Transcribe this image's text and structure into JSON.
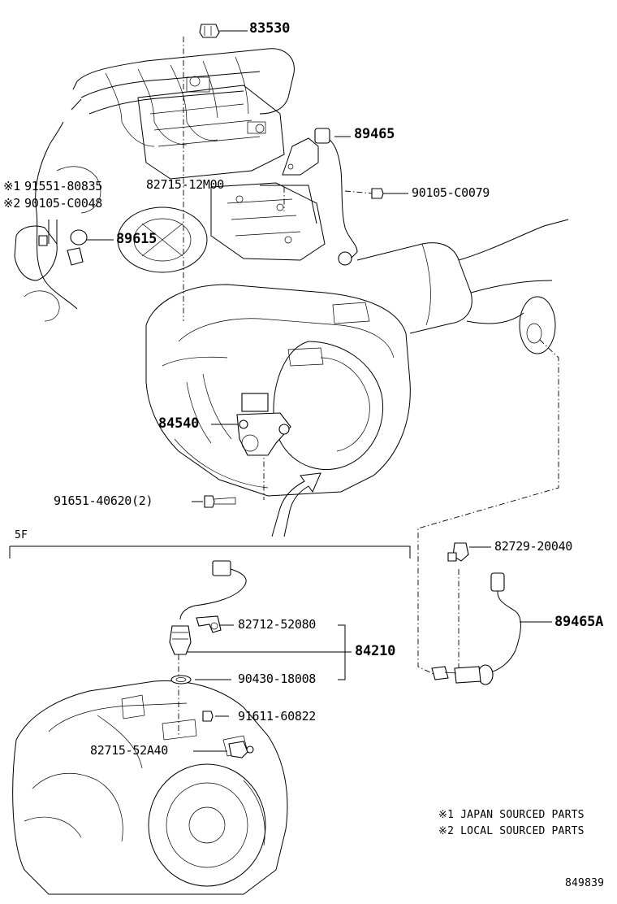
{
  "parts": {
    "p83530": "83530",
    "p89465": "89465",
    "p82715_12M00": "82715-12M00",
    "p90105_C0079": "90105-C0079",
    "p91551_80835": "91551-80835",
    "p90105_C0048": "90105-C0048",
    "p89615": "89615",
    "p84540": "84540",
    "p91651_40620": "91651-40620(2)",
    "p82729_20040": "82729-20040",
    "p89465A": "89465A",
    "p82712_52080": "82712-52080",
    "p84210": "84210",
    "p90430_18008": "90430-18008",
    "p91611_60822": "91611-60822",
    "p82715_52A40": "82715-52A40"
  },
  "marks": {
    "m1": "※1",
    "m2": "※2"
  },
  "section_label": "5F",
  "notes": {
    "n1": "※1 JAPAN SOURCED PARTS",
    "n2": "※2 LOCAL SOURCED PARTS"
  },
  "diagram_id": "849839"
}
